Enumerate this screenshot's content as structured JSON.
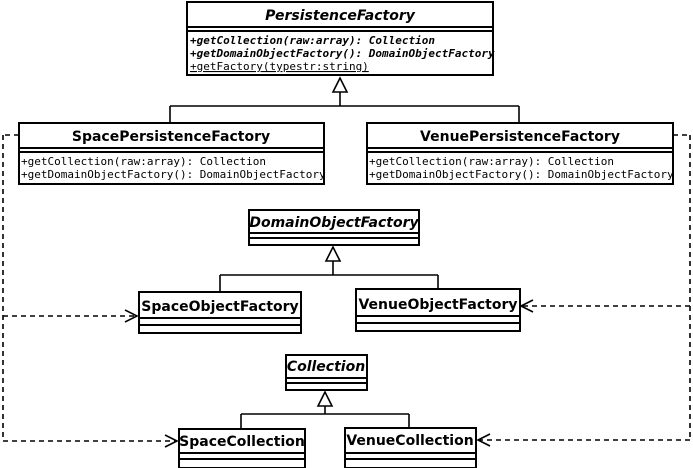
{
  "classes": {
    "persistence_factory": {
      "name": "PersistenceFactory",
      "ops": [
        "+getCollection(raw:array): Collection",
        "+getDomainObjectFactory(): DomainObjectFactory",
        "+getFactory(typestr:string)"
      ]
    },
    "space_persistence_factory": {
      "name": "SpacePersistenceFactory",
      "ops": [
        "+getCollection(raw:array): Collection",
        "+getDomainObjectFactory(): DomainObjectFactory"
      ]
    },
    "venue_persistence_factory": {
      "name": "VenuePersistenceFactory",
      "ops": [
        "+getCollection(raw:array): Collection",
        "+getDomainObjectFactory(): DomainObjectFactory"
      ]
    },
    "domain_object_factory": {
      "name": "DomainObjectFactory"
    },
    "space_object_factory": {
      "name": "SpaceObjectFactory"
    },
    "venue_object_factory": {
      "name": "VenueObjectFactory"
    },
    "collection": {
      "name": "Collection"
    },
    "space_collection": {
      "name": "SpaceCollection"
    },
    "venue_collection": {
      "name": "VenueCollection"
    }
  }
}
